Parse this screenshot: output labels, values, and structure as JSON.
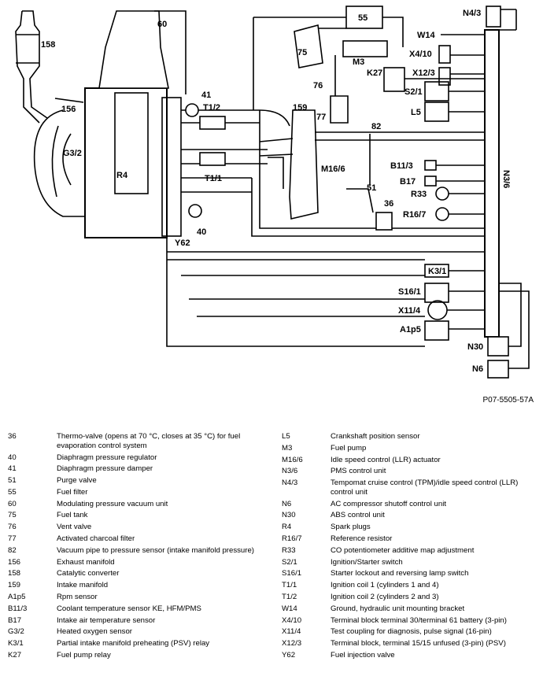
{
  "figure_id": "P07-5505-57A",
  "diagram_labels": {
    "l158": "158",
    "l60": "60",
    "l55": "55",
    "n4_3": "N4/3",
    "w14": "W14",
    "x4_10": "X4/10",
    "l75": "75",
    "m3": "M3",
    "x12_3": "X12/3",
    "k27": "K27",
    "l41": "41",
    "t1_2": "T1/2",
    "l76": "76",
    "s2_1": "S2/1",
    "l156": "156",
    "l159": "159",
    "l77": "77",
    "l5": "L5",
    "l82": "82",
    "g3_2": "G3/2",
    "n3_6": "N3/6",
    "r4": "R4",
    "m16_6": "M16/6",
    "b11_3": "B11/3",
    "t1_1": "T1/1",
    "b17": "B17",
    "l51": "51",
    "r33": "R33",
    "l36": "36",
    "r16_7": "R16/7",
    "l40": "40",
    "y62": "Y62",
    "k3_1": "K3/1",
    "s16_1": "S16/1",
    "x11_4": "X11/4",
    "a1p5": "A1p5",
    "n30": "N30",
    "n6": "N6"
  },
  "legend_left": [
    {
      "code": "36",
      "desc": "Thermo-valve (opens at 70 °C, closes at 35 °C) for fuel evaporation control system"
    },
    {
      "code": "40",
      "desc": "Diaphragm pressure regulator"
    },
    {
      "code": "41",
      "desc": "Diaphragm pressure damper"
    },
    {
      "code": "51",
      "desc": "Purge valve"
    },
    {
      "code": "55",
      "desc": "Fuel filter"
    },
    {
      "code": "60",
      "desc": "Modulating pressure vacuum unit"
    },
    {
      "code": "75",
      "desc": "Fuel tank"
    },
    {
      "code": "76",
      "desc": "Vent valve"
    },
    {
      "code": "77",
      "desc": "Activated charcoal filter"
    },
    {
      "code": "82",
      "desc": "Vacuum pipe to pressure sensor (intake manifold pressure)"
    },
    {
      "code": "156",
      "desc": "Exhaust manifold"
    },
    {
      "code": "158",
      "desc": "Catalytic converter"
    },
    {
      "code": "159",
      "desc": "Intake manifold"
    },
    {
      "code": "A1p5",
      "desc": "Rpm sensor"
    },
    {
      "code": "B11/3",
      "desc": "Coolant temperature sensor KE, HFM/PMS"
    },
    {
      "code": "B17",
      "desc": "Intake air temperature sensor"
    },
    {
      "code": "G3/2",
      "desc": "Heated oxygen sensor"
    },
    {
      "code": "K3/1",
      "desc": "Partial intake manifold preheating (PSV) relay"
    },
    {
      "code": "K27",
      "desc": "Fuel pump relay"
    }
  ],
  "legend_right": [
    {
      "code": "L5",
      "desc": "Crankshaft position sensor"
    },
    {
      "code": "M3",
      "desc": "Fuel pump"
    },
    {
      "code": "M16/6",
      "desc": "Idle speed control (LLR) actuator"
    },
    {
      "code": "N3/6",
      "desc": "PMS control unit"
    },
    {
      "code": "N4/3",
      "desc": "Tempomat cruise control (TPM)/idle speed control (LLR) control unit"
    },
    {
      "code": "N6",
      "desc": "AC compressor shutoff control unit"
    },
    {
      "code": "N30",
      "desc": "ABS control unit"
    },
    {
      "code": "R4",
      "desc": "Spark plugs"
    },
    {
      "code": "R16/7",
      "desc": "Reference resistor"
    },
    {
      "code": "R33",
      "desc": "CO potentiometer additive map adjustment"
    },
    {
      "code": "S2/1",
      "desc": "Ignition/Starter switch"
    },
    {
      "code": "S16/1",
      "desc": "Starter lockout and reversing lamp switch"
    },
    {
      "code": "T1/1",
      "desc": "Ignition coil 1 (cylinders 1 and 4)"
    },
    {
      "code": "T1/2",
      "desc": "Ignition coil 2 (cylinders 2 and 3)"
    },
    {
      "code": "W14",
      "desc": "Ground, hydraulic unit mounting bracket"
    },
    {
      "code": "X4/10",
      "desc": "Terminal block terminal 30/terminal 61 battery (3-pin)"
    },
    {
      "code": "X11/4",
      "desc": "Test coupling for diagnosis, pulse signal (16-pin)"
    },
    {
      "code": "X12/3",
      "desc": "Terminal block, terminal 15/15 unfused (3-pin) (PSV)"
    },
    {
      "code": "Y62",
      "desc": "Fuel injection valve"
    }
  ]
}
